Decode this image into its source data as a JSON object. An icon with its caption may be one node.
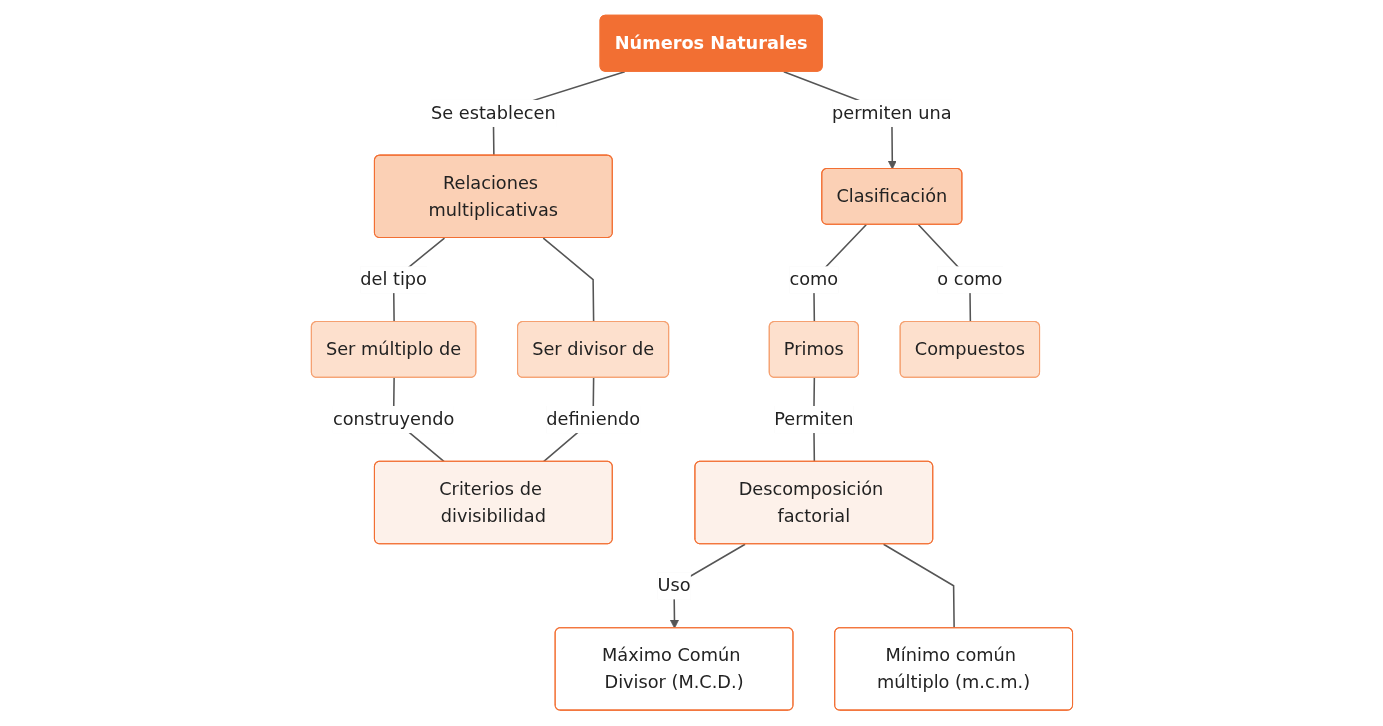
{
  "diagram": {
    "nodes": [
      {
        "text": [
          "Números Naturales"
        ]
      },
      {
        "text": [
          "Relaciones multiplicativas"
        ]
      },
      {
        "text": [
          "Clasificación"
        ]
      },
      {
        "text": [
          "Ser múltiplo de"
        ]
      },
      {
        "text": [
          "Ser divisor de"
        ]
      },
      {
        "text": [
          "Primos"
        ]
      },
      {
        "text": [
          "Compuestos"
        ]
      },
      {
        "text": [
          "Criterios de divisibilidad"
        ]
      },
      {
        "text": [
          "Descomposición factorial"
        ]
      },
      {
        "text": [
          "Máximo Común Divisor (M.C.D.)"
        ]
      },
      {
        "text": [
          "Mínimo común múltiplo (m.c.m.)"
        ]
      }
    ],
    "edges": [
      {
        "from": 0,
        "to": 1,
        "arrow": "none",
        "label": "Se establecen"
      },
      {
        "from": 0,
        "to": 2,
        "arrow": "to",
        "label": "permiten una"
      },
      {
        "from": 1,
        "to": 3,
        "arrow": "none",
        "label": "del tipo"
      },
      {
        "from": 1,
        "to": 4,
        "arrow": "none"
      },
      {
        "from": 2,
        "to": 5,
        "arrow": "none",
        "label": "como"
      },
      {
        "from": 2,
        "to": 6,
        "arrow": "none",
        "label": "o como"
      },
      {
        "from": 3,
        "to": 7,
        "arrow": "none",
        "label": "construyendo"
      },
      {
        "from": 4,
        "to": 7,
        "arrow": "none",
        "label": "definiendo"
      },
      {
        "from": 5,
        "to": 8,
        "arrow": "none",
        "label": "Permiten"
      },
      {
        "from": 8,
        "to": 9,
        "arrow": "to",
        "label": "Uso"
      },
      {
        "from": 8,
        "to": 10,
        "arrow": "none"
      }
    ]
  }
}
